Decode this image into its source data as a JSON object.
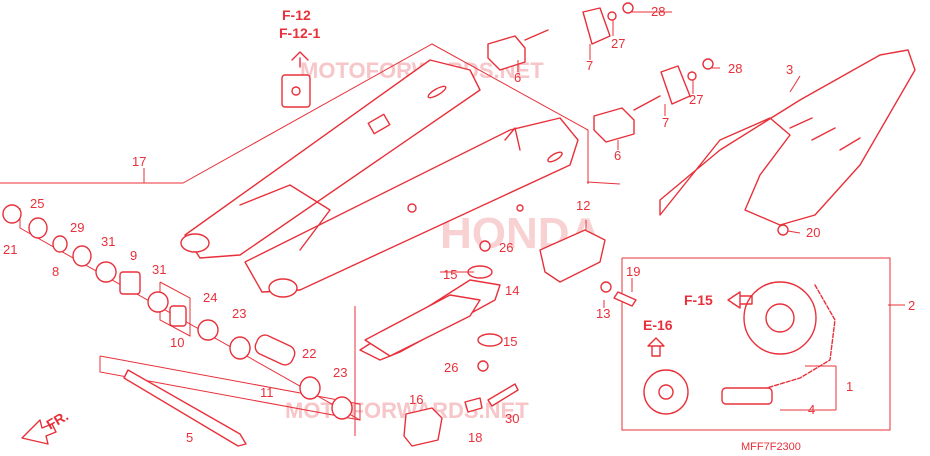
{
  "watermarks": {
    "top": "MOTOFORWARDS.NET",
    "bottom": "MOTOFORWARDS.NET",
    "brand": "HONDA"
  },
  "references": [
    {
      "id": "f12",
      "text": "F-12"
    },
    {
      "id": "f121",
      "text": "F-12-1"
    },
    {
      "id": "f15",
      "text": "F-15"
    },
    {
      "id": "e16",
      "text": "E-16"
    }
  ],
  "callouts": [
    {
      "n": "28"
    },
    {
      "n": "27"
    },
    {
      "n": "6"
    },
    {
      "n": "7"
    },
    {
      "n": "28"
    },
    {
      "n": "27"
    },
    {
      "n": "3"
    },
    {
      "n": "7"
    },
    {
      "n": "6"
    },
    {
      "n": "17"
    },
    {
      "n": "25"
    },
    {
      "n": "21"
    },
    {
      "n": "29"
    },
    {
      "n": "8"
    },
    {
      "n": "31"
    },
    {
      "n": "9"
    },
    {
      "n": "31"
    },
    {
      "n": "10"
    },
    {
      "n": "24"
    },
    {
      "n": "23"
    },
    {
      "n": "11"
    },
    {
      "n": "22"
    },
    {
      "n": "23"
    },
    {
      "n": "5"
    },
    {
      "n": "26"
    },
    {
      "n": "15"
    },
    {
      "n": "14"
    },
    {
      "n": "12"
    },
    {
      "n": "19"
    },
    {
      "n": "13"
    },
    {
      "n": "15"
    },
    {
      "n": "26"
    },
    {
      "n": "16"
    },
    {
      "n": "30"
    },
    {
      "n": "18"
    },
    {
      "n": "20"
    },
    {
      "n": "2"
    },
    {
      "n": "1"
    },
    {
      "n": "4"
    }
  ],
  "front_indicator": "FR.",
  "diagram_code": "MFF7F2300",
  "colors": {
    "line": "#e8303a",
    "watermark": "#f7c6c9",
    "background": "#ffffff"
  }
}
